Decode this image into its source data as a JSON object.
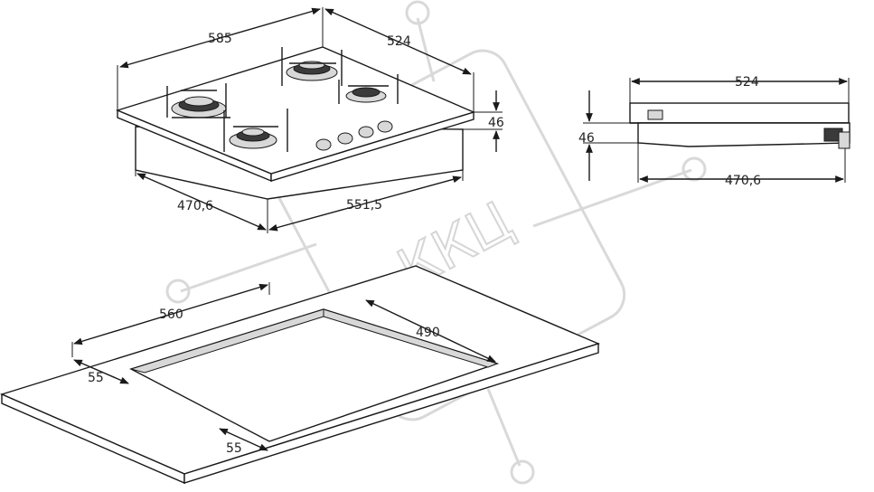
{
  "dimensions": {
    "top_width": "585",
    "top_depth": "524",
    "top_height": "46",
    "bottom_width": "470,6",
    "bottom_depth": "551,5",
    "side_top_width": "524",
    "side_height": "46",
    "side_bottom_width": "470,6",
    "cutout_width": "560",
    "cutout_depth": "490",
    "cutout_margin_left": "55",
    "cutout_margin_front": "55"
  },
  "watermark": {
    "text": "ККЦ",
    "color": "#d9d9d9"
  }
}
